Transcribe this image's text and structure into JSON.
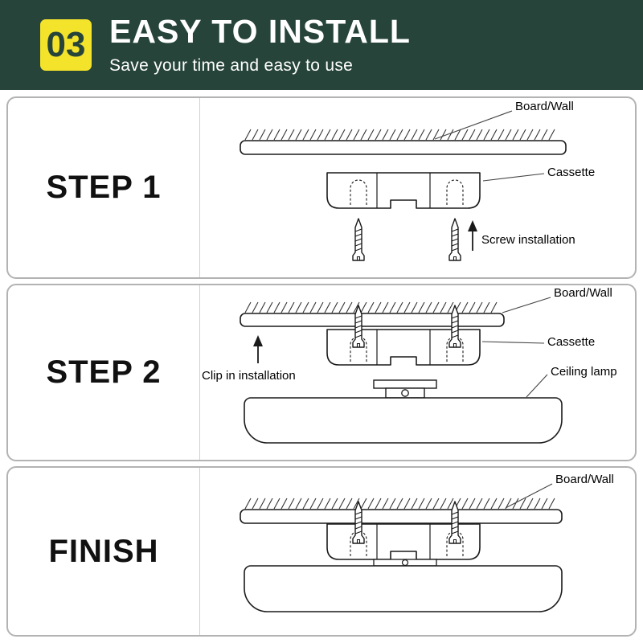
{
  "header": {
    "badge": "03",
    "title": "EASY TO INSTALL",
    "subtitle": "Save your time and easy to use"
  },
  "colors": {
    "header_bg": "#26443a",
    "badge_bg": "#f4e32b",
    "badge_text": "#26443a",
    "panel_border": "#b3b3b3",
    "line": "#1a1a1a"
  },
  "steps": [
    {
      "label": "STEP 1",
      "ann": {
        "board": "Board/Wall",
        "cassette": "Cassette",
        "screw": "Screw installation"
      }
    },
    {
      "label": "STEP 2",
      "ann": {
        "board": "Board/Wall",
        "cassette": "Cassette",
        "clip": "Clip in installation",
        "lamp": "Ceiling lamp"
      }
    },
    {
      "label": "FINISH",
      "ann": {
        "board": "Board/Wall"
      }
    }
  ]
}
